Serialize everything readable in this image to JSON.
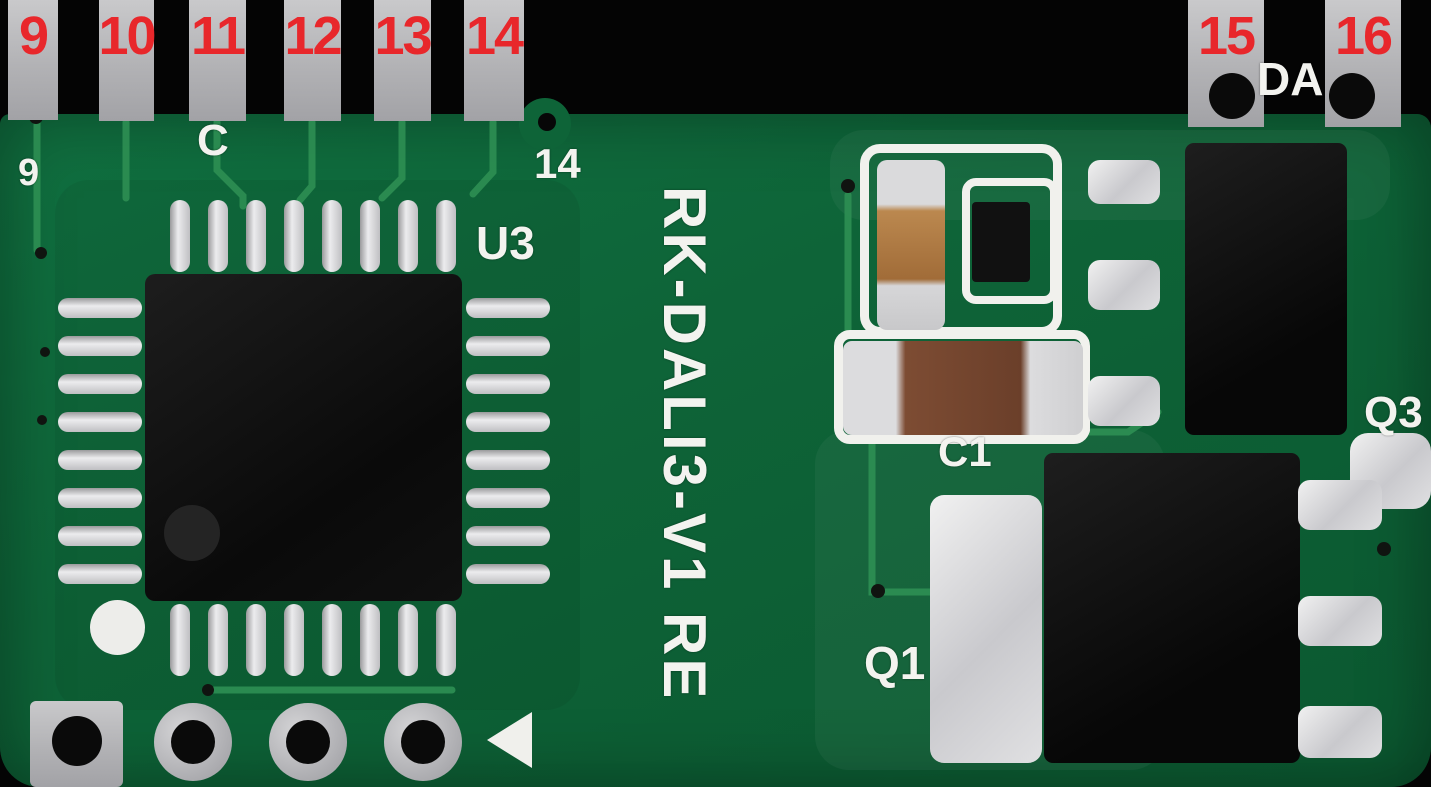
{
  "board": {
    "name_vertical": "RK-DALI3-V1 RE"
  },
  "pad_annotations": {
    "left_group": [
      "9",
      "10",
      "11",
      "12",
      "13",
      "14"
    ],
    "right_group": [
      "15",
      "16"
    ]
  },
  "silkscreen": {
    "da_label": "DA",
    "c_label": "C",
    "pin9_label": "9",
    "pin14_label": "14",
    "u3_label": "U3",
    "c1_label": "C1",
    "q1_label": "Q1",
    "q3_label": "Q3"
  },
  "colors": {
    "board_green": "#0e6438",
    "trace_green": "#2e8f53",
    "annotation_red": "#e8272b",
    "silkscreen_white": "#f3f3ef",
    "pad_silver": "#b6b6b8",
    "component_black": "#0d0d0d",
    "capacitor_tan": "#b5854f",
    "capacitor_brown": "#6e4531",
    "background_black": "#040404"
  }
}
